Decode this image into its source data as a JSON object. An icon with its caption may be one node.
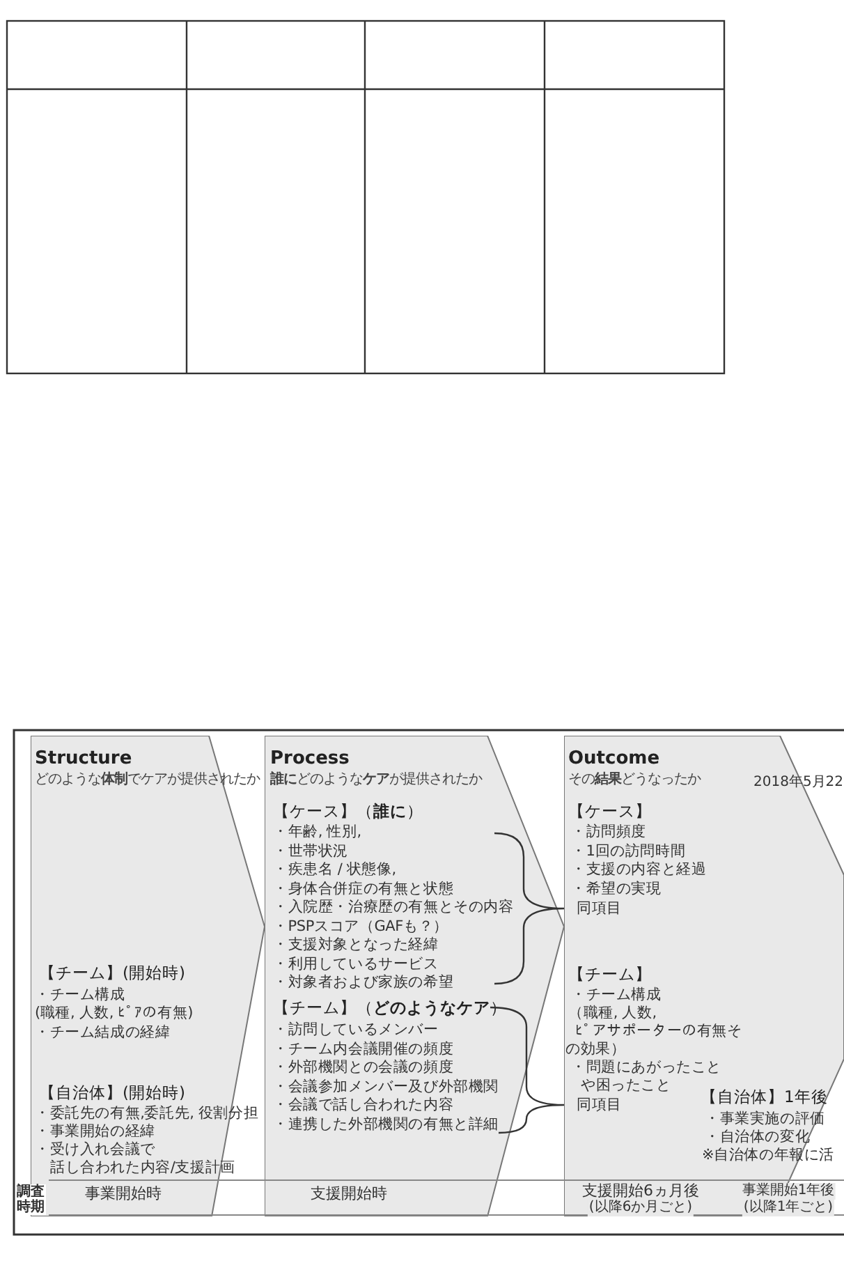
{
  "diagram": {
    "nodes": [
      {
        "text": [
          "Structure",
          "どのような**体制**でケアが提供されたか",
          "【チーム】(開始時)",
          "・チーム構成",
          "(職種, 人数, ﾋﾟｱの有無)",
          "・チーム結成の経緯",
          "【自治体】(開始時)",
          "・委託先の有無,委託先, 役割分担",
          "・事業開始の経緯",
          "・受け入れ会議で",
          "話し合われた内容/支援計画"
        ]
      },
      {
        "text": [
          "Process",
          "**誰に**どのような**ケア**が提供されたか",
          "【ケース】（**誰に**）",
          "・年齢, 性別,",
          "・世帯状況",
          "・疾患名 / 状態像,",
          "・身体合併症の有無と状態",
          "・入院歴・治療歴の有無とその内容",
          "・PSPスコア（GAFも？）",
          "・支援対象となった経緯",
          "・利用しているサービス",
          "・対象者および家族の希望",
          "【チーム】（**どのようなケア**）",
          "・訪問しているメンバー",
          "・チーム内会議開催の頻度",
          "・外部機関との会議の頻度",
          "・会議参加メンバー及び外部機関",
          "・会議で話し合われた内容",
          "・連携した外部機関の有無と詳細"
        ]
      },
      {
        "text": [
          "Outcome",
          "その**結果**どうなったか",
          "【ケース】",
          "・訪問頻度",
          "・1回の訪問時間",
          "・支援の内容と経過",
          "・希望の実現",
          "同項目",
          "【チーム】",
          "・チーム構成",
          "（職種, 人数,",
          "ﾋﾟアサポーターの有無そ",
          "の効果）",
          "・問題にあがったこと",
          "や困ったこと",
          "同項目",
          "【自治体】1年後",
          "・事業実施の評価",
          "・自治体の変化",
          "※自治体の年報に活"
        ]
      }
    ],
    "labels": [
      "2018年5月22",
      "調査時期",
      "事業開始時",
      "支援開始時",
      "支援開始6ヵ月後",
      "(以降6か月ごと)",
      "事業開始1年後",
      "(以降1年ごと)"
    ]
  }
}
